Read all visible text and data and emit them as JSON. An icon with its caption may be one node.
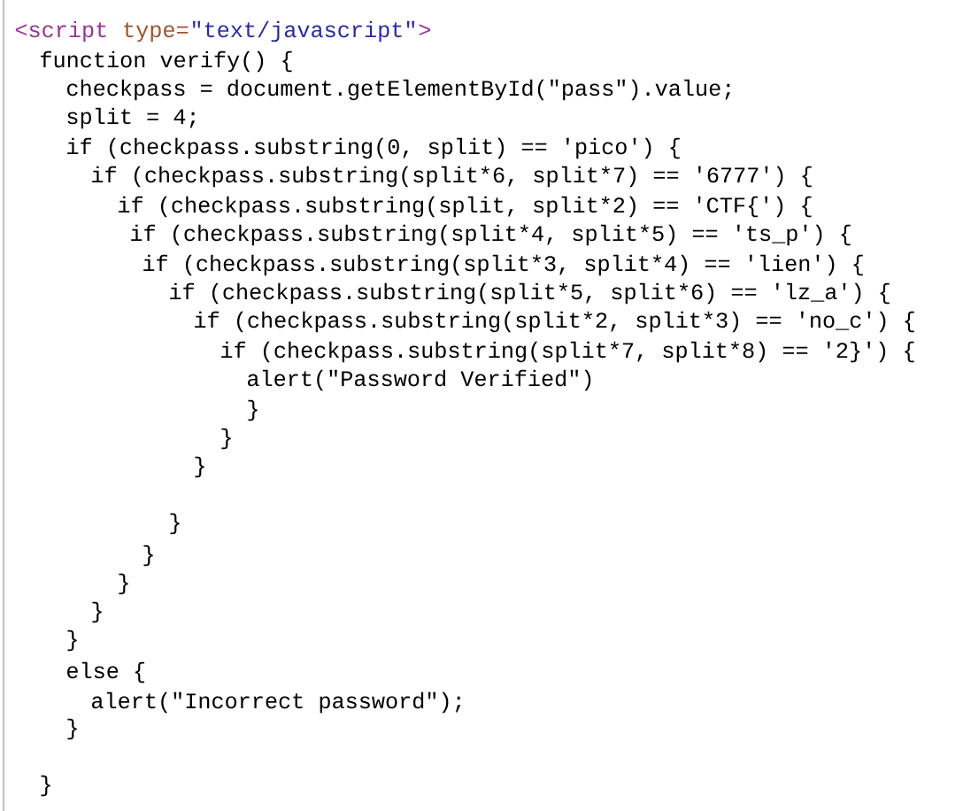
{
  "diagram": {
    "labels": [
      "<script",
      "type=",
      "\"text/javascript\"",
      ">",
      "function verify() {",
      "checkpass = document.getElementById(\"pass\").value;",
      "split = 4;",
      "if (checkpass.substring(0, split) == 'pico') {",
      "if (checkpass.substring(split*6, split*7) == '6777') {",
      "if (checkpass.substring(split, split*2) == 'CTF{') {",
      "if (checkpass.substring(split*4, split*5) == 'ts_p') {",
      "if (checkpass.substring(split*3, split*4) == 'lien') {",
      "if (checkpass.substring(split*5, split*6) == 'lz_a') {",
      "if (checkpass.substring(split*2, split*3) == 'no_c') {",
      "if (checkpass.substring(split*7, split*8) == '2}') {",
      "alert(\"Password Verified\")",
      "}",
      "}",
      "}",
      "}",
      "}",
      "}",
      "}",
      "}",
      "else {",
      "alert(\"Incorrect password\");",
      "}",
      "}"
    ]
  }
}
